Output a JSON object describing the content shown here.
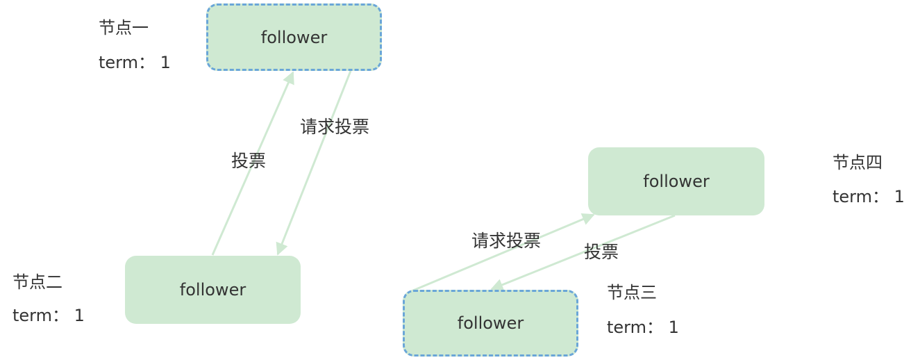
{
  "node_text": "follower",
  "term_text": "term：  1",
  "vote_label": "投票",
  "request_label": "请求投票",
  "nodes": [
    {
      "name": "节点一",
      "role": "follower",
      "term": "term：  1",
      "dashed": true
    },
    {
      "name": "节点二",
      "role": "follower",
      "term": "term：  1",
      "dashed": false
    },
    {
      "name": "节点三",
      "role": "follower",
      "term": "term：  1",
      "dashed": true
    },
    {
      "name": "节点四",
      "role": "follower",
      "term": "term：  1",
      "dashed": false
    }
  ],
  "colors": {
    "node_fill": "#cfe9d2",
    "node_dashed_border": "#6aa6d8",
    "edge": "#cfe9d2",
    "text": "#333333"
  }
}
